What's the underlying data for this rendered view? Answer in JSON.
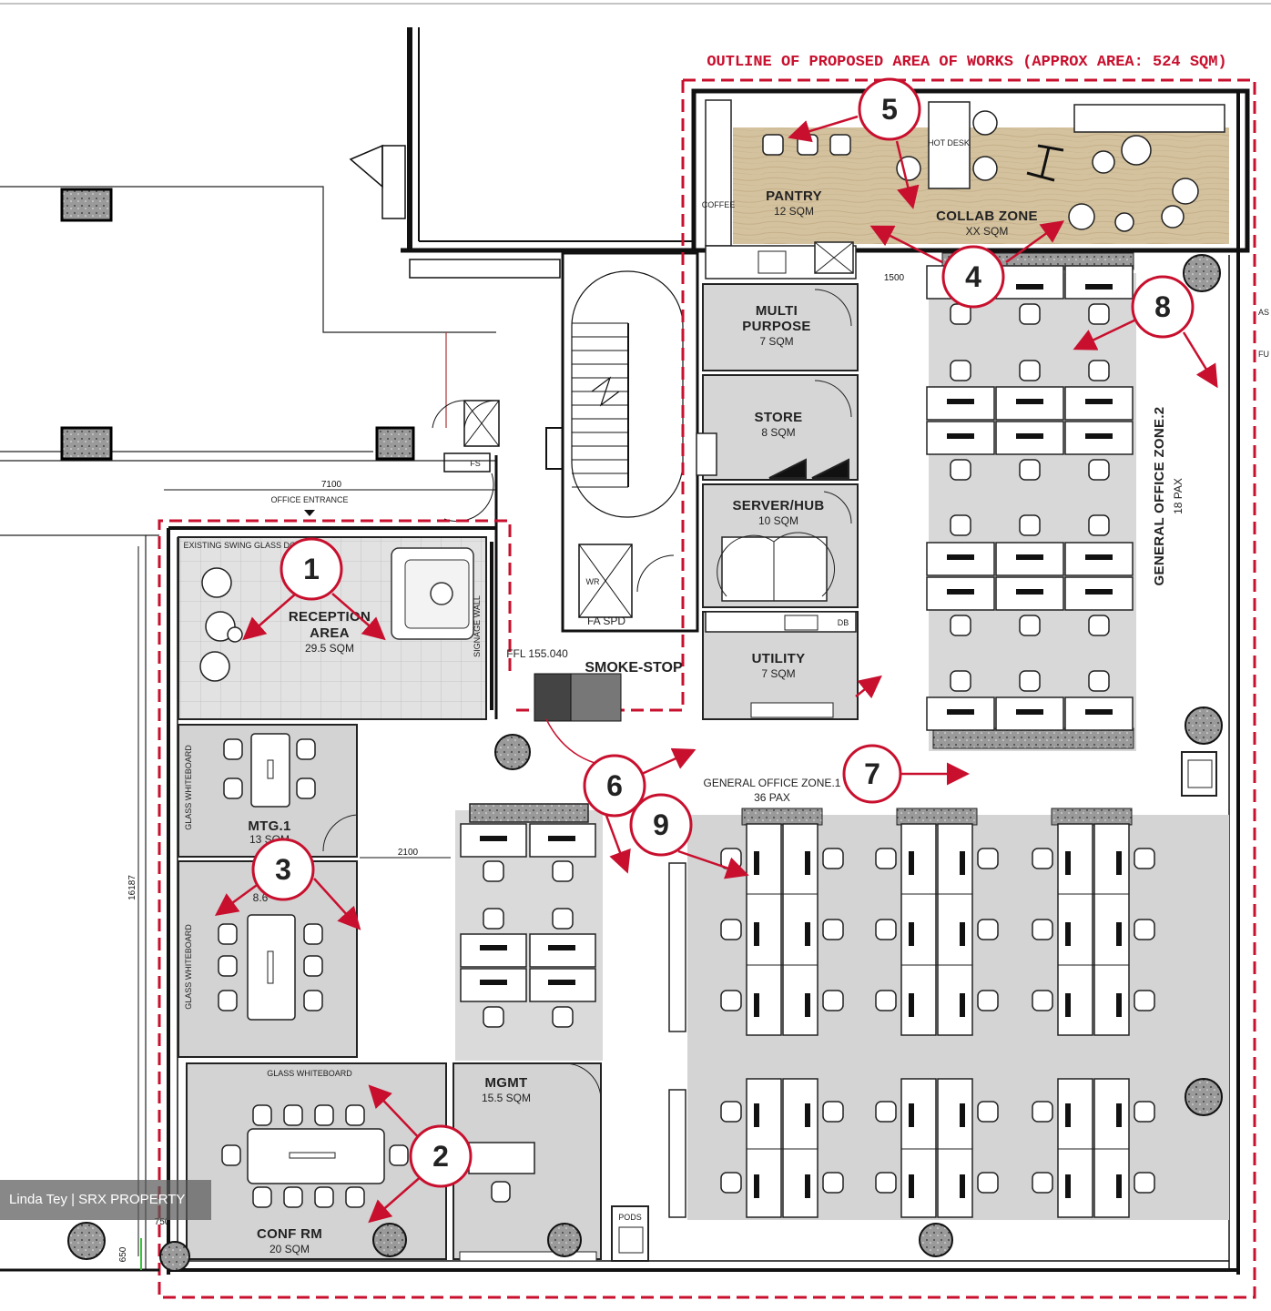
{
  "outline_label": "OUTLINE OF PROPOSED AREA OF WORKS (APPROX AREA: 524 SQM)",
  "labels": {
    "office_entrance": "OFFICE ENTRANCE",
    "existing_swing_door": "EXISTING SWING GLASS DOOR",
    "signage_wall": "SIGNAGE WALL",
    "glass_whiteboard": "GLASS WHITEBOARD",
    "fs": "FS",
    "hot_desk": "HOT DESK",
    "coffee": "COFFEE",
    "wr": "WR",
    "fa_spd": "FA SPD",
    "smoke_stop": "SMOKE-STOP",
    "ffl": "FFL 155.040",
    "pods": "PODS",
    "db": "DB",
    "as": "AS",
    "fu": "FU"
  },
  "rooms": {
    "reception": {
      "name": "RECEPTION",
      "name2": "AREA",
      "area": "29.5 SQM"
    },
    "mtg1": {
      "name": "MTG.1",
      "area": "13 SQM"
    },
    "mtg2": {
      "area": "8.6"
    },
    "conf": {
      "name": "CONF RM",
      "area": "20 SQM"
    },
    "mgmt": {
      "name": "MGMT",
      "area": "15.5 SQM"
    },
    "pantry": {
      "name": "PANTRY",
      "area": "12 SQM"
    },
    "collab": {
      "name": "COLLAB ZONE",
      "area": "XX SQM"
    },
    "multi": {
      "name": "MULTI",
      "name2": "PURPOSE",
      "area": "7 SQM"
    },
    "store": {
      "name": "STORE",
      "area": "8 SQM"
    },
    "server": {
      "name": "SERVER/HUB",
      "area": "10 SQM"
    },
    "utility": {
      "name": "UTILITY",
      "area": "7 SQM"
    },
    "zone1": {
      "name": "GENERAL OFFICE ZONE.1",
      "pax": "36 PAX"
    },
    "zone2": {
      "name": "GENERAL OFFICE ZONE.2",
      "pax": "18 PAX"
    }
  },
  "dimensions": {
    "d7100": "7100",
    "d1500": "1500",
    "d2100": "2100",
    "d16187": "16187",
    "d750": "750",
    "d650": "650"
  },
  "callouts": [
    "1",
    "2",
    "3",
    "4",
    "5",
    "6",
    "7",
    "8",
    "9"
  ],
  "watermark": "Linda Tey | SRX PROPERTY",
  "colors": {
    "outline_red": "#c8102e",
    "wall": "#111111",
    "room_fill": "#d6d6d6",
    "pantry_wood": "#d2c09c"
  }
}
